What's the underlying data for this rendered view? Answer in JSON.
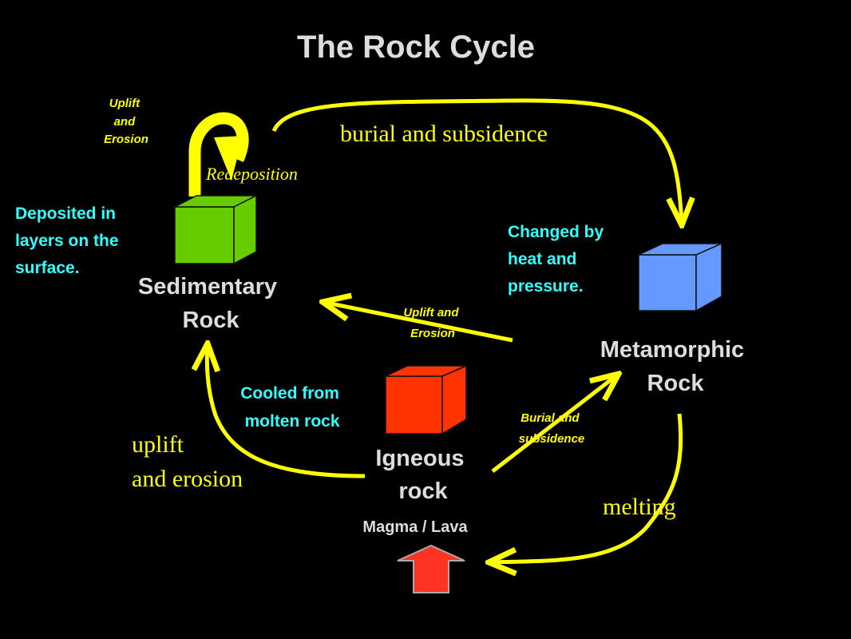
{
  "title": "The Rock Cycle",
  "colors": {
    "background": "#000000",
    "arrow": "#ffff00",
    "caption": "#ffffff",
    "description": "#33ffff",
    "label_gray": "#dddddd",
    "sedimentary": "#66cc00",
    "metamorphic": "#6699ff",
    "igneous": "#ff3300",
    "magma_arrow": "#ff3322"
  },
  "rocks": {
    "sedimentary": {
      "line1": "Sedimentary",
      "line2": "Rock",
      "description": [
        "Deposited in",
        "layers on the",
        "surface."
      ]
    },
    "metamorphic": {
      "line1": "Metamorphic",
      "line2": "Rock",
      "description": [
        "Changed by",
        "heat and",
        "pressure."
      ]
    },
    "igneous": {
      "line1": "Igneous",
      "line2": "rock",
      "description": [
        "Cooled from",
        "molten rock"
      ]
    }
  },
  "magma_label": "Magma / Lava",
  "processes": {
    "uplift_erosion_top": [
      "Uplift",
      "and",
      "Erosion"
    ],
    "redeposition": "Redeposition",
    "burial_subsidence_top": "burial and subsidence",
    "uplift_erosion_middle": [
      "Uplift and",
      "Erosion"
    ],
    "burial_subsidence_middle": [
      "Burial and",
      "subsidence"
    ],
    "uplift_erosion_left": [
      "uplift",
      "and erosion"
    ],
    "melting": "melting"
  }
}
